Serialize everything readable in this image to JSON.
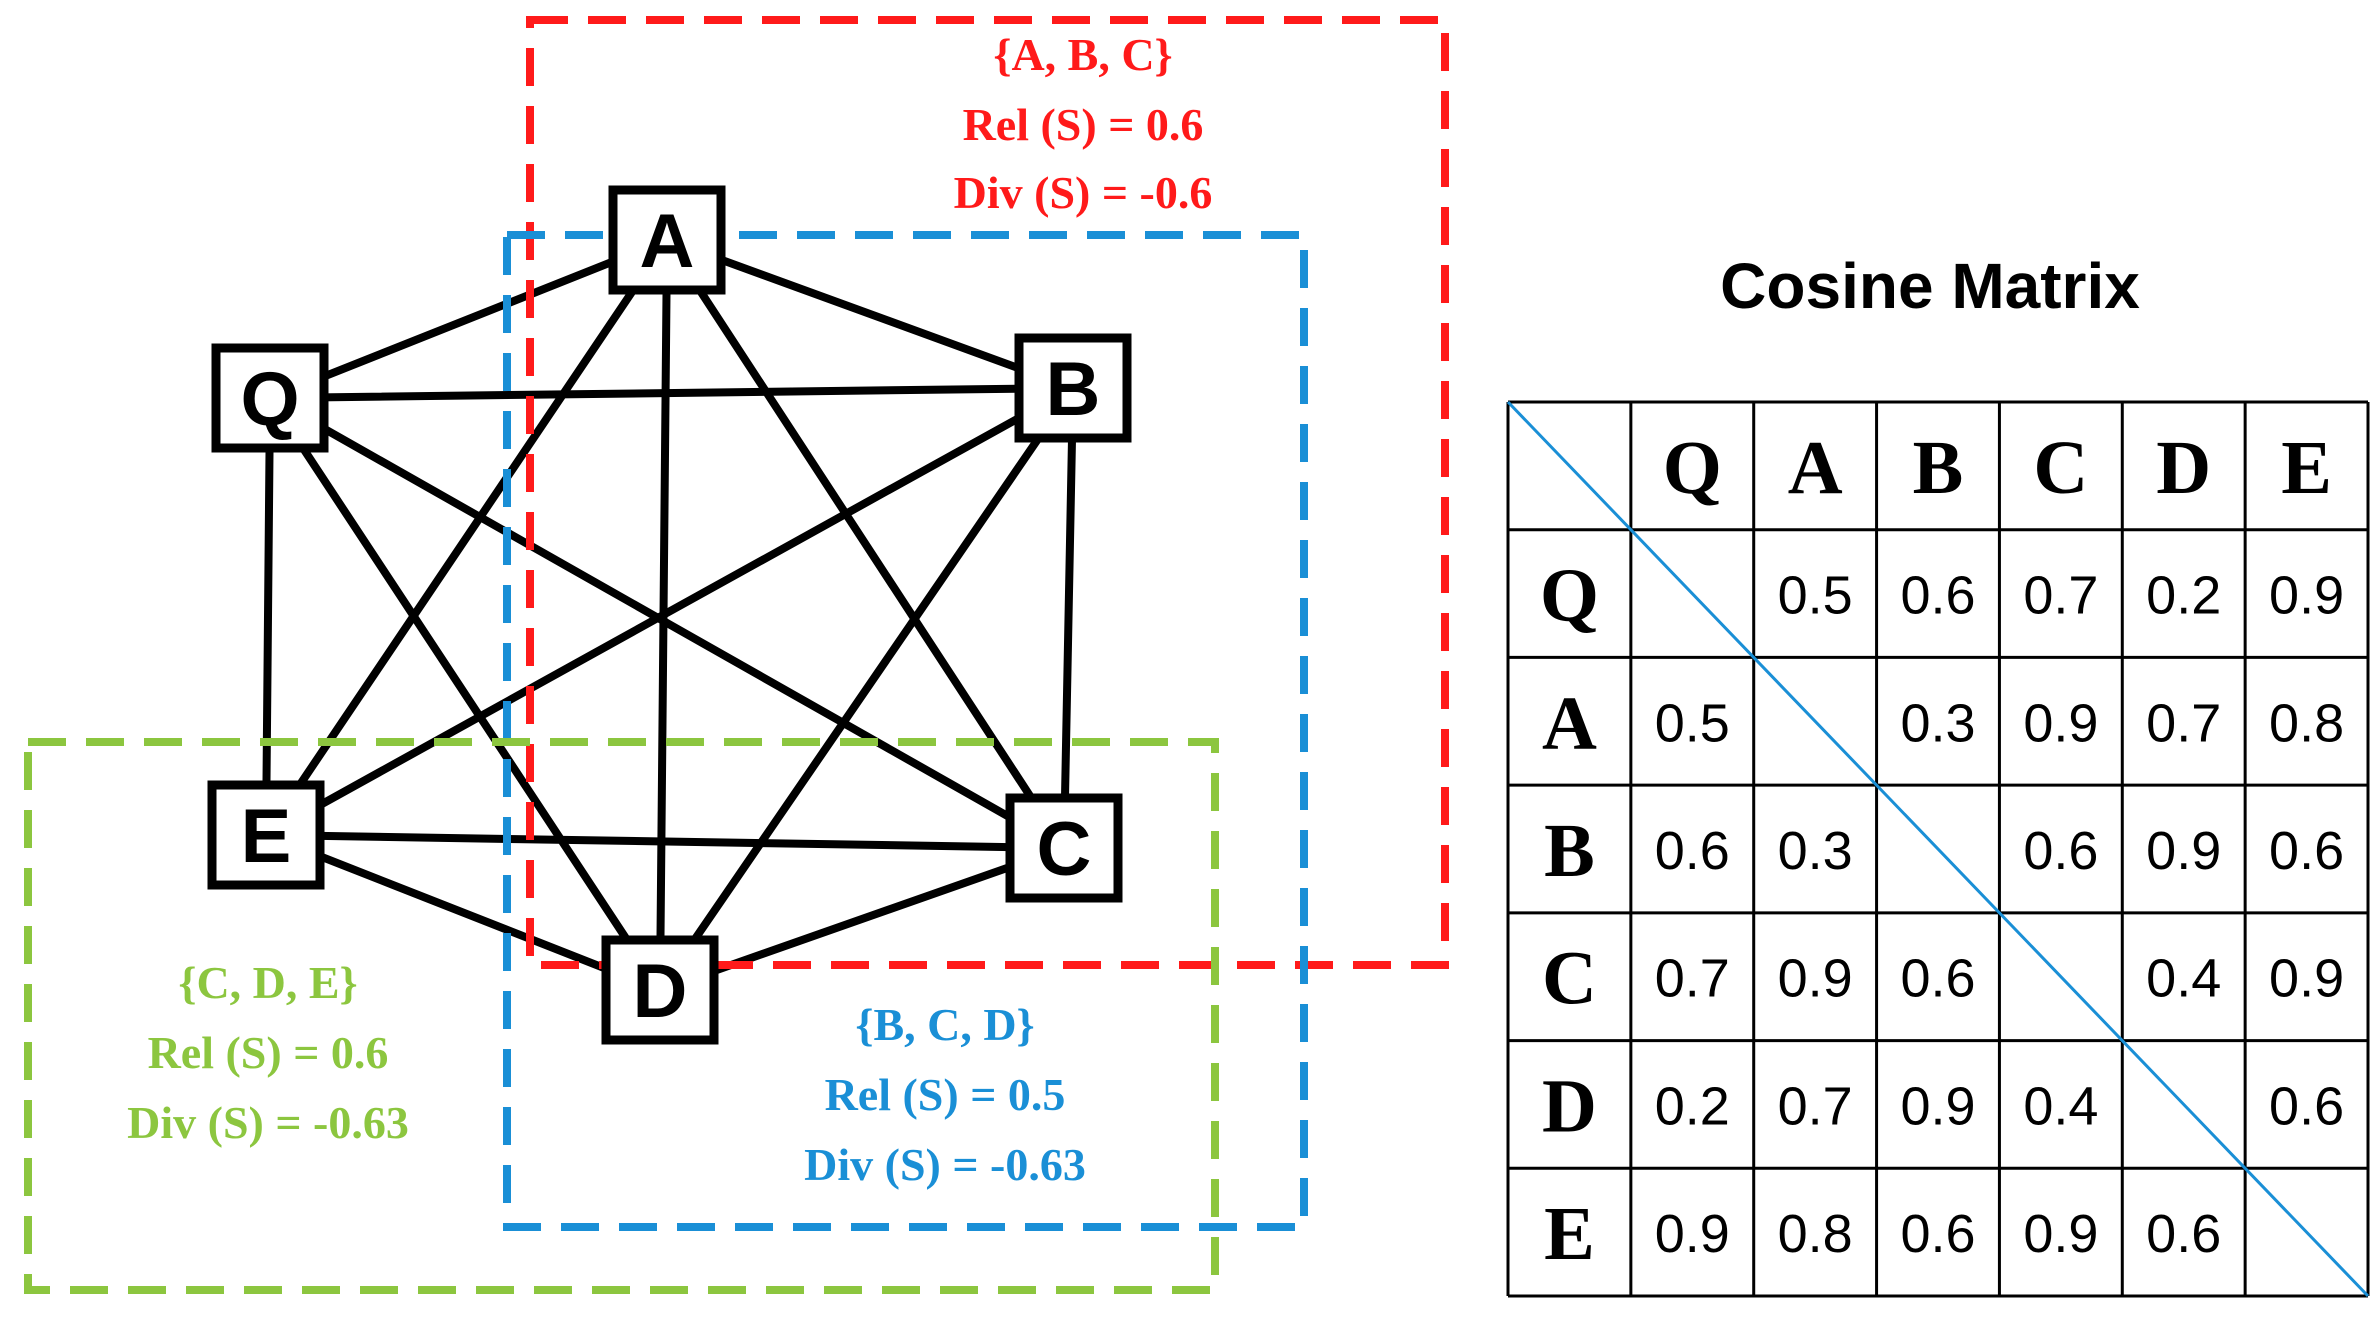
{
  "graph": {
    "nodes": [
      {
        "id": "A",
        "label": "A"
      },
      {
        "id": "B",
        "label": "B"
      },
      {
        "id": "Q",
        "label": "Q"
      },
      {
        "id": "E",
        "label": "E"
      },
      {
        "id": "C",
        "label": "C"
      },
      {
        "id": "D",
        "label": "D"
      }
    ],
    "edges": [
      [
        "Q",
        "A"
      ],
      [
        "Q",
        "B"
      ],
      [
        "Q",
        "E"
      ],
      [
        "Q",
        "C"
      ],
      [
        "Q",
        "D"
      ],
      [
        "A",
        "B"
      ],
      [
        "A",
        "E"
      ],
      [
        "A",
        "C"
      ],
      [
        "A",
        "D"
      ],
      [
        "B",
        "E"
      ],
      [
        "B",
        "C"
      ],
      [
        "B",
        "D"
      ],
      [
        "E",
        "C"
      ],
      [
        "E",
        "D"
      ],
      [
        "C",
        "D"
      ]
    ]
  },
  "groups": [
    {
      "id": "red",
      "color": "#FF1A1A",
      "set": "{A, B, C}",
      "rel": "Rel (S) = 0.6",
      "div": "Div (S) = -0.6"
    },
    {
      "id": "blue",
      "color": "#1A8FD6",
      "set": "{B, C, D}",
      "rel": "Rel (S) = 0.5",
      "div": "Div (S) = -0.63"
    },
    {
      "id": "green",
      "color": "#8CC63F",
      "set": "{C, D, E}",
      "rel": "Rel (S) = 0.6",
      "div": "Div (S) = -0.63"
    }
  ],
  "matrix": {
    "title": "Cosine Matrix",
    "headers": [
      "Q",
      "A",
      "B",
      "C",
      "D",
      "E"
    ],
    "diagonal_color": "#1A8FD6",
    "rows": [
      [
        "",
        "0.5",
        "0.6",
        "0.7",
        "0.2",
        "0.9"
      ],
      [
        "0.5",
        "",
        "0.3",
        "0.9",
        "0.7",
        "0.8"
      ],
      [
        "0.6",
        "0.3",
        "",
        "0.6",
        "0.9",
        "0.6"
      ],
      [
        "0.7",
        "0.9",
        "0.6",
        "",
        "0.4",
        "0.9"
      ],
      [
        "0.2",
        "0.7",
        "0.9",
        "0.4",
        "",
        "0.6"
      ],
      [
        "0.9",
        "0.8",
        "0.6",
        "0.9",
        "0.6",
        ""
      ]
    ]
  }
}
